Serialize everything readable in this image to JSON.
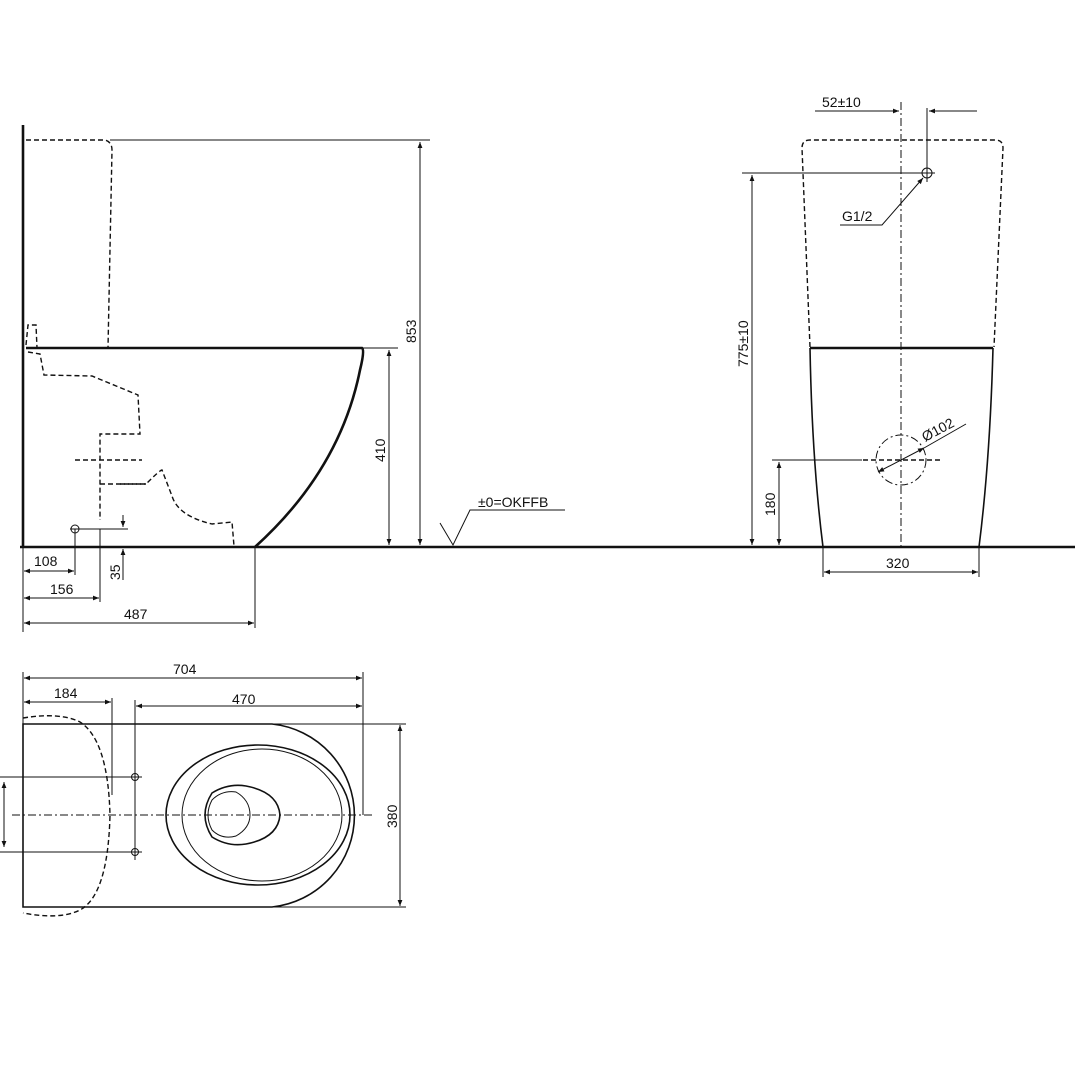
{
  "drawing": {
    "type": "technical-drawing",
    "subject": "close-coupled toilet dimensions (mm)",
    "side_view": {
      "dimensions": {
        "total_height": "853",
        "bowl_height": "410",
        "outlet_offset_108": "108",
        "outlet_offset_156": "156",
        "outlet_height": "35",
        "footprint_depth": "487"
      },
      "floor_reference": "±0=OKFFB"
    },
    "front_view": {
      "dimensions": {
        "inlet_offset": "52±10",
        "inlet_height": "775±10",
        "inlet_thread": "G1/2",
        "outlet_diameter": "Ø102",
        "outlet_height": "180",
        "base_width": "320"
      }
    },
    "top_view": {
      "dimensions": {
        "total_length": "704",
        "tank_depth": "184",
        "bowl_length": "470",
        "width": "380"
      }
    }
  }
}
